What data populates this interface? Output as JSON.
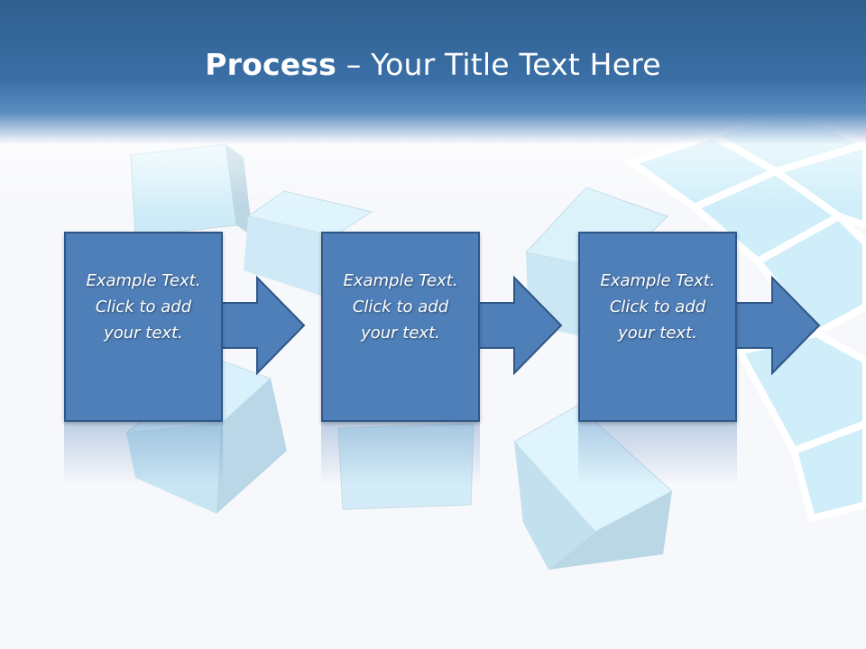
{
  "header": {
    "title_bold": "Process",
    "title_rest": " – Your Title Text Here"
  },
  "steps": [
    {
      "text": "Example Text.\nClick  to add\nyour text."
    },
    {
      "text": "Example Text.\nClick  to add\nyour text."
    },
    {
      "text": "Example Text.\nClick  to add\nyour text."
    }
  ],
  "colors": {
    "header": "#3a6fa6",
    "box_fill": "#4f7fb8",
    "box_border": "#2e5686",
    "cube_light": "#d7f0fb"
  }
}
